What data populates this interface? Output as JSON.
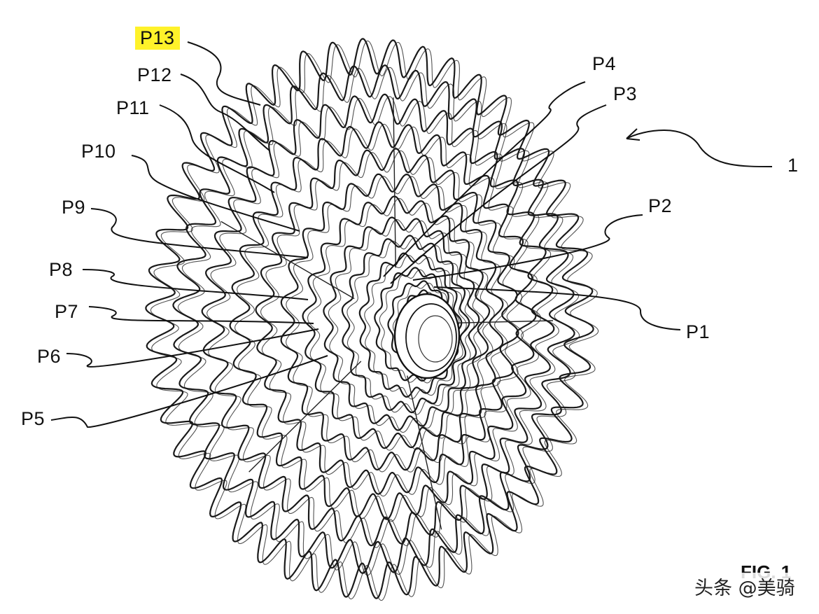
{
  "labels": {
    "p13": "P13",
    "p12": "P12",
    "p11": "P11",
    "p10": "P10",
    "p9": "P9",
    "p8": "P8",
    "p7": "P7",
    "p6": "P6",
    "p5": "P5",
    "p4": "P4",
    "p3": "P3",
    "p2": "P2",
    "p1": "P1",
    "assembly": "1"
  },
  "caption": "FIG. 1",
  "watermark": "头条 @美骑",
  "highlight_color": "#fff22a"
}
